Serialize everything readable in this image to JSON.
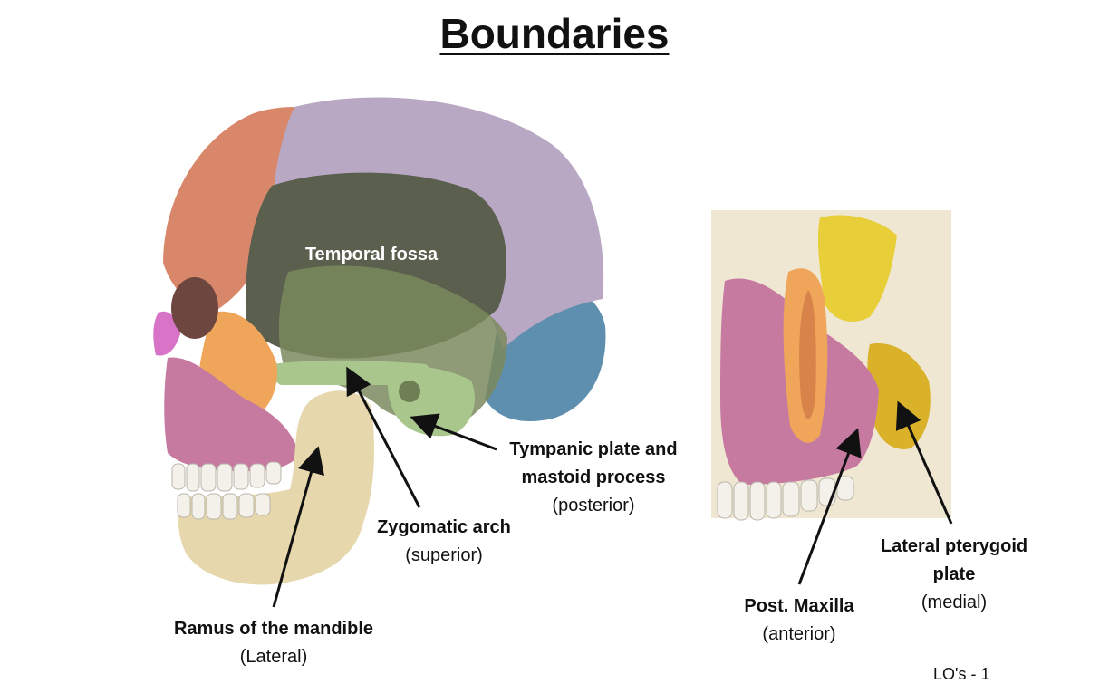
{
  "title": "Boundaries",
  "inner_label": "Temporal fossa",
  "labels": {
    "tympanic": {
      "line1": "Tympanic plate and",
      "line2": "mastoid process",
      "note": "(posterior)"
    },
    "zygomatic": {
      "line1": "Zygomatic arch",
      "note": "(superior)"
    },
    "ramus": {
      "line1": "Ramus of the mandible",
      "note": "(Lateral)"
    },
    "maxilla": {
      "line1": "Post. Maxilla",
      "note": "(anterior)"
    },
    "pterygoid": {
      "line1": "Lateral pterygoid",
      "line2": "plate",
      "note": "(medial)"
    }
  },
  "corner_text": "LO's - 1",
  "colors": {
    "frontal": "#d9876a",
    "parietal": "#b9a8c4",
    "temporal_fossa": "#5a5f4e",
    "temporal_squama": "#a9c78d",
    "zygomatic": "#f0a65a",
    "maxilla": "#c77aa0",
    "mandible": "#e6d7ad",
    "occipital": "#5f8fae",
    "nasal": "#d874c7",
    "sphenoid": "#e8cf3a"
  }
}
